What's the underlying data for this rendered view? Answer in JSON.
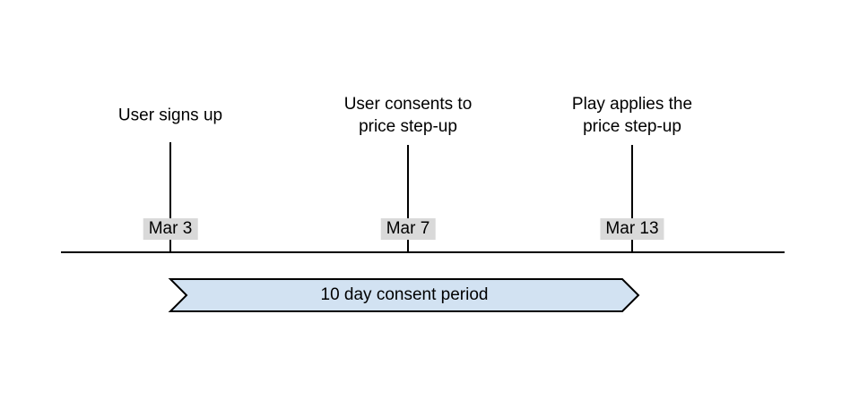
{
  "diagram": {
    "events": [
      {
        "label": "User signs up",
        "date": "Mar 3"
      },
      {
        "label": "User consents to\nprice step-up",
        "date": "Mar 7"
      },
      {
        "label": "Play applies the\nprice step-up",
        "date": "Mar 13"
      }
    ],
    "period": {
      "label": "10 day consent period"
    },
    "colors": {
      "banner_fill": "#d2e2f2",
      "banner_stroke": "#000000",
      "date_chip_bg": "#d9d9d9",
      "line": "#000000"
    }
  }
}
